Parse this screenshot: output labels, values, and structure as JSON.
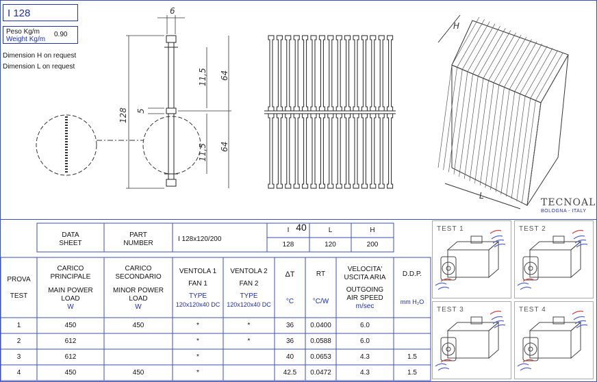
{
  "header": {
    "code": "I 128",
    "peso_label": "Peso Kg/m",
    "weight_label": "Weight Kg/m",
    "weight_value": "0.90",
    "note_h": "Dimension H on request",
    "note_l": "Dimension L on request"
  },
  "drawing": {
    "dim_6": "6",
    "dim_5": "5",
    "dim_128": "128",
    "dim_11_5_top": "11,5",
    "dim_11_5_bottom": "11,5",
    "dim_64_top": "64",
    "dim_64_bottom": "64",
    "dim_H": "H",
    "dim_L": "L"
  },
  "logo": {
    "name": "TECNOAL",
    "sub": "BOLOGNA - ITALY"
  },
  "spec_table": {
    "data_label": "DATA",
    "sheet_label": "SHEET",
    "part_label": "PART",
    "number_label": "NUMBER",
    "part_number": "I 128x120/200",
    "col_I": "I",
    "col_L": "L",
    "col_H": "H",
    "val_I": "128",
    "val_L": "120",
    "val_H": "200",
    "overlay": "40"
  },
  "test_table": {
    "headers": {
      "prova": "PROVA",
      "test": "TEST",
      "carico_principale": "CARICO PRINCIPALE",
      "main_power_load": "MAIN POWER LOAD",
      "carico_secondario": "CARICO SECONDARIO",
      "minor_power_load": "MINOR POWER LOAD",
      "unit_w1": "W",
      "unit_w2": "W",
      "ventola1": "VENTOLA 1",
      "fan1": "FAN 1",
      "ventola2": "VENTOLA 2",
      "fan2": "FAN 2",
      "type1": "TYPE",
      "type2": "TYPE",
      "fan_size1": "120x120x40 DC",
      "fan_size2": "120x120x40 DC",
      "delta_t": "ΔT",
      "unit_c": "°C",
      "rt": "RT",
      "unit_cw": "°C/W",
      "velocita": "VELOCITA' USCITA ARIA",
      "outgoing": "OUTGOING AIR SPEED",
      "unit_ms": "m/sec",
      "ddp": "D.D.P.",
      "unit_mmh2o": "mm H₂O"
    },
    "rows": [
      {
        "test": "1",
        "main": "450",
        "minor": "450",
        "fan1": "*",
        "fan2": "*",
        "dt": "36",
        "rt": "0.0400",
        "speed": "6.0",
        "ddp": ""
      },
      {
        "test": "2",
        "main": "612",
        "minor": "",
        "fan1": "*",
        "fan2": "*",
        "dt": "36",
        "rt": "0.0588",
        "speed": "6.0",
        "ddp": ""
      },
      {
        "test": "3",
        "main": "612",
        "minor": "",
        "fan1": "*",
        "fan2": "",
        "dt": "40",
        "rt": "0.0653",
        "speed": "4.3",
        "ddp": "1.5"
      },
      {
        "test": "4",
        "main": "450",
        "minor": "450",
        "fan1": "*",
        "fan2": "",
        "dt": "42.5",
        "rt": "0.0472",
        "speed": "4.3",
        "ddp": "1.5"
      }
    ]
  },
  "tests_panel": [
    "TEST 1",
    "TEST 2",
    "TEST 3",
    "TEST 4"
  ]
}
